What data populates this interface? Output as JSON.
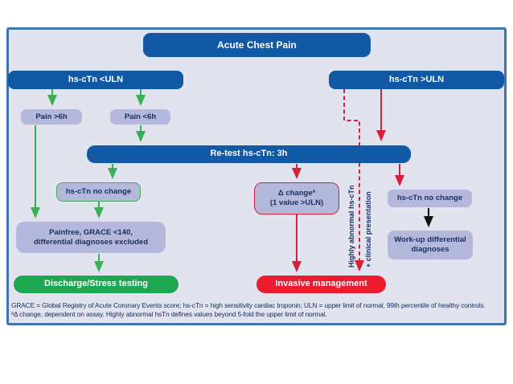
{
  "colors": {
    "frame_border": "#3c75b0",
    "canvas_background": "#e1e3ef",
    "dark_blue_box": "#1159a4",
    "light_purple_box": "#b4b9dc",
    "green_action_box": "#1ea751",
    "red_action_box": "#ec1b2d",
    "green_arrow": "#3ab054",
    "red_arrow": "#d6203a",
    "black_arrow": "#111111",
    "navy_text": "#1c2f63"
  },
  "nodes": {
    "acute_chest_pain": "Acute Chest Pain",
    "hs_ctn_below_uln": "hs-cTn <ULN",
    "hs_ctn_above_uln": "hs-cTn >ULN",
    "pain_gt_6h": "Pain >6h",
    "pain_lt_6h": "Pain <6h",
    "retest": "Re-test hs-cTn: 3h",
    "no_change_left": "hs-cTn no change",
    "delta_change_line1": "Δ changeª",
    "delta_change_line2": "(1 value >ULN)",
    "no_change_right": "hs-cTn no change",
    "painfree_line1": "Painfree, GRACE <140,",
    "painfree_line2": "differential diagnoses excluded",
    "workup_line1": "Work-up differential",
    "workup_line2": "diagnoses",
    "discharge": "Discharge/Stress testing",
    "invasive": "Invasive management"
  },
  "vertical_label": {
    "line1": "Highly abnormal hs-cTn",
    "line2": "+ clinical presentation"
  },
  "footnotes": {
    "line1": "GRACE = Global Registry of Acute Coronary Events score; hs-cTn = high sensitivity cardiac troponin; ULN = upper limit of normal, 99th percentile of healthy controls.",
    "line2": "ªΔ change, dependent on assay. Highly abnormal hsTn defines values beyond 5-fold the upper limit of normal."
  }
}
